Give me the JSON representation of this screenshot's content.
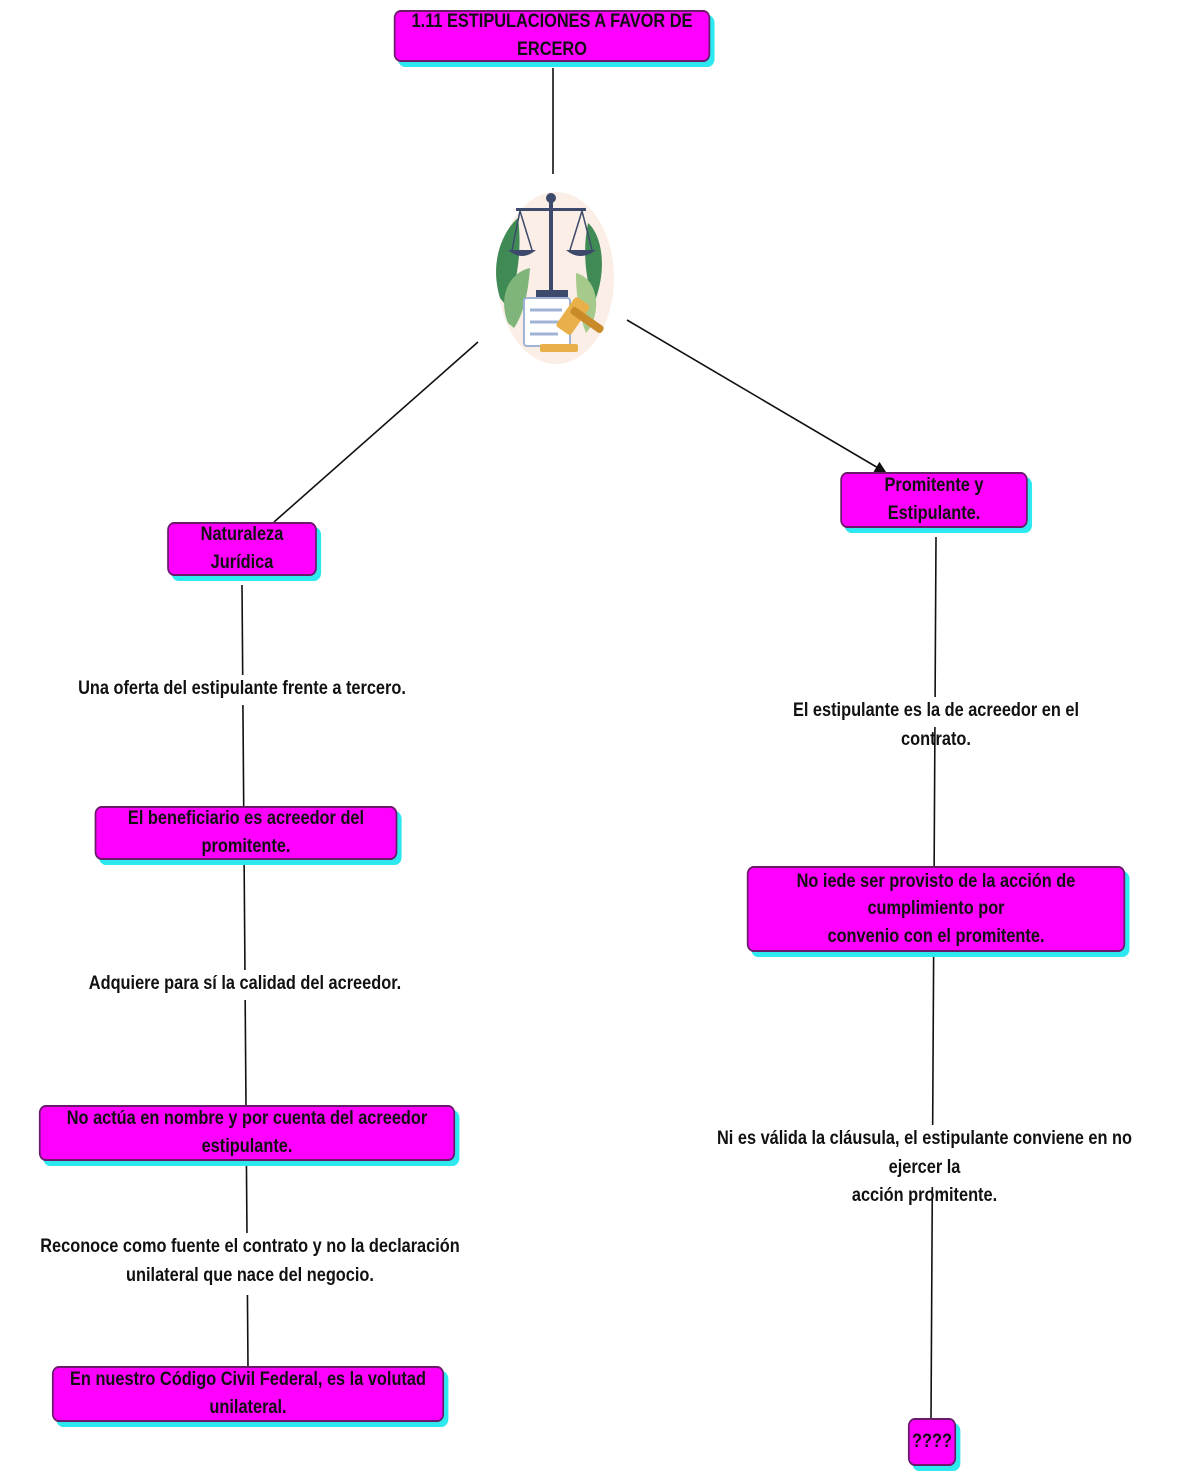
{
  "title": "1.11 ESTIPULACIONES A FAVOR DE ERCERO",
  "left": {
    "heading": "Naturaleza Jurídica",
    "label_1": "Una oferta del estipulante frente a tercero.",
    "node_1": "El beneficiario es acreedor del promitente.",
    "label_2": "Adquiere para sí la calidad del acreedor.",
    "node_2": "No actúa en nombre y por cuenta  del acreedor estipulante.",
    "label_3_line_1": "Reconoce como fuente el contrato y no la declaración",
    "label_3_line_2": "unilateral que nace del negocio.",
    "node_3": "En nuestro Código Civil Federal, es la volutad unilateral."
  },
  "right": {
    "heading": "Promitente y Estipulante.",
    "label_1": "El estipulante es la de acreedor en el contrato.",
    "node_1_line_1": "No iede ser provisto de la acción de cumplimiento por",
    "node_1_line_2": "convenio con el promitente.",
    "label_2_line_1": "Ni es válida la cláusula, el estipulante conviene  en no ejercer la",
    "label_2_line_2": "acción promitente.",
    "node_2": "????"
  },
  "illustration": "justice-scale-gavel-icon",
  "colors": {
    "node_fill": "#ff00ff",
    "node_border": "#6b1a6b",
    "node_shadow": "#2ee8f0",
    "connector": "#111111"
  }
}
